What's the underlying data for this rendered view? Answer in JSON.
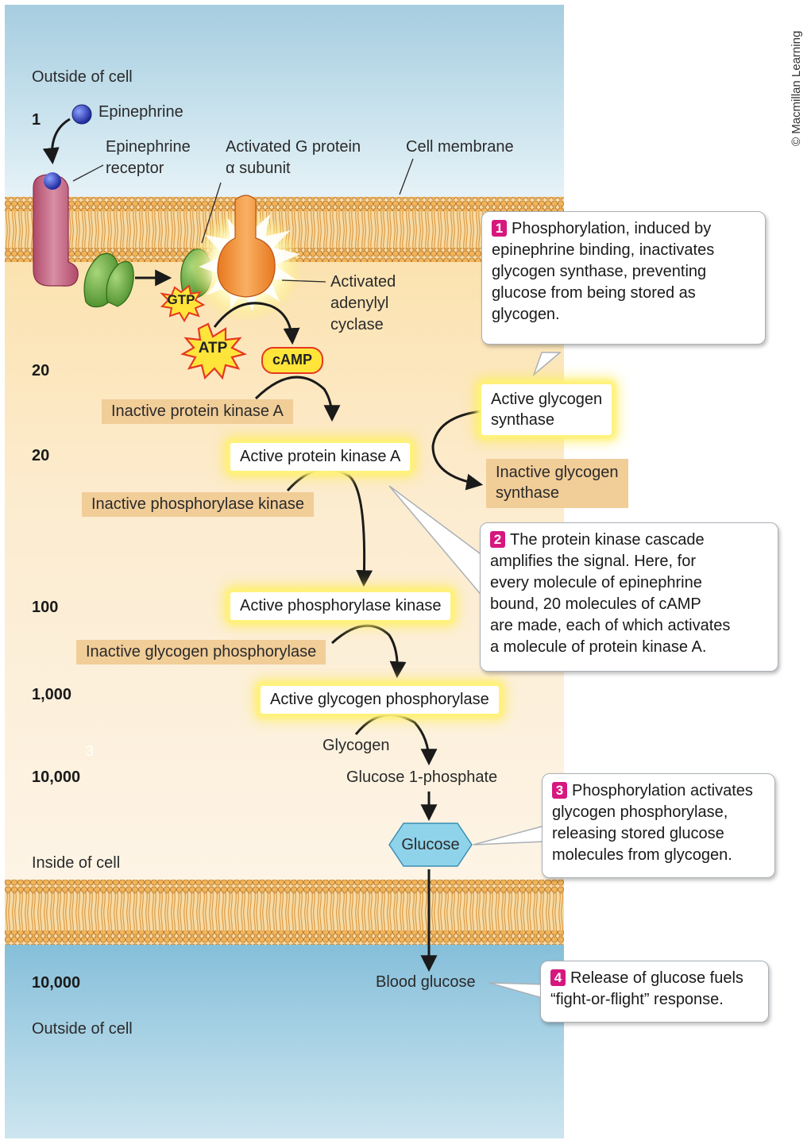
{
  "labels": {
    "outside_top": "Outside of cell",
    "epinephrine": "Epinephrine",
    "receptor": "Epinephrine\nreceptor",
    "g_protein": "Activated G protein\nα subunit",
    "cell_membrane": "Cell membrane",
    "adenylyl_cyclase": "Activated\nadenylyl\ncyclase",
    "gtp": "GTP",
    "atp": "ATP",
    "camp": "cAMP",
    "inactive_pka": "Inactive protein kinase A",
    "active_pka": "Active protein kinase A",
    "inactive_phk": "Inactive phosphorylase kinase",
    "active_phk": "Active phosphorylase kinase",
    "inactive_gp": "Inactive glycogen phosphorylase",
    "active_gp": "Active glycogen phosphorylase",
    "glycogen": "Glycogen",
    "g1p": "Glucose 1-phosphate",
    "glucose": "Glucose",
    "inside": "Inside of cell",
    "blood_glucose": "Blood glucose",
    "outside_bottom": "Outside of cell",
    "active_gs": "Active glycogen\nsynthase",
    "inactive_gs": "Inactive glycogen\nsynthase",
    "faint_three": "3"
  },
  "amplification": {
    "n1": "1",
    "n2": "20",
    "n3": "20",
    "n4": "100",
    "n5": "1,000",
    "n6": "10,000",
    "n7": "10,000"
  },
  "callouts": [
    {
      "num": "1",
      "text": "Phosphorylation, induced by\nepinephrine binding, inactivates\nglycogen synthase, preventing\nglucose from being stored as\nglycogen."
    },
    {
      "num": "2",
      "text": "The protein kinase cascade\namplifies the signal. Here, for\nevery molecule of epinephrine\nbound, 20 molecules of cAMP\nare made, each of which activates\na molecule of protein kinase A."
    },
    {
      "num": "3",
      "text": "Phosphorylation activates\nglycogen phosphorylase,\nreleasing stored glucose\nmolecules from glycogen."
    },
    {
      "num": "4",
      "text": "Release of glucose fuels\n“fight-or-flight” response."
    }
  ],
  "copyright": "© Macmillan Learning",
  "colors": {
    "callout_badge": "#d6177e",
    "membrane": "#e2a24a",
    "extracellular": "#a8cfe0",
    "cytoplasm": "#fbe8c4",
    "tan_box": "#f1cd98",
    "glow": "#fff27a",
    "glucose_hex": "#8fd3ea"
  }
}
